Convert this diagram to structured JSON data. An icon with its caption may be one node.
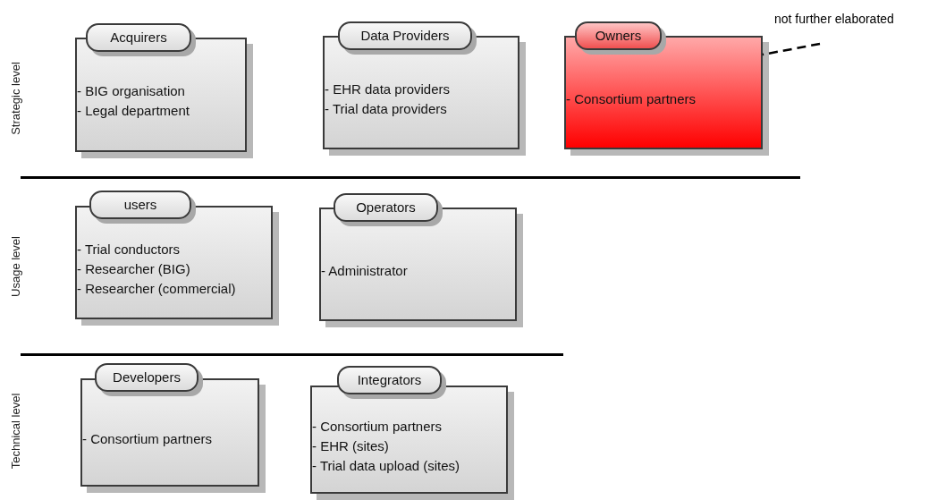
{
  "diagram": {
    "nodes": [
      {
        "text": [
          "Acquirers",
          "- BIG organisation",
          "- Legal department"
        ]
      },
      {
        "text": [
          "Data Providers",
          "- EHR data providers",
          "- Trial data providers"
        ]
      },
      {
        "text": [
          "Owners",
          "- Consortium partners"
        ]
      },
      {
        "text": [
          "users",
          "- Trial conductors",
          "- Researcher (BIG)",
          "- Researcher (commercial)"
        ]
      },
      {
        "text": [
          "Operators",
          "- Administrator"
        ]
      },
      {
        "text": [
          "Developers",
          "- Consortium partners"
        ]
      },
      {
        "text": [
          "Integrators",
          "- Consortium partners",
          "- EHR (sites)",
          "- Trial data upload (sites)"
        ]
      },
      {
        "text": [
          "not further elaborated"
        ]
      }
    ],
    "edges": [
      {
        "from": 7,
        "to": 2,
        "arrow": "none",
        "style": "dashed"
      }
    ],
    "labels": [
      "Strategic level",
      "Usage level",
      "Technical level"
    ]
  }
}
